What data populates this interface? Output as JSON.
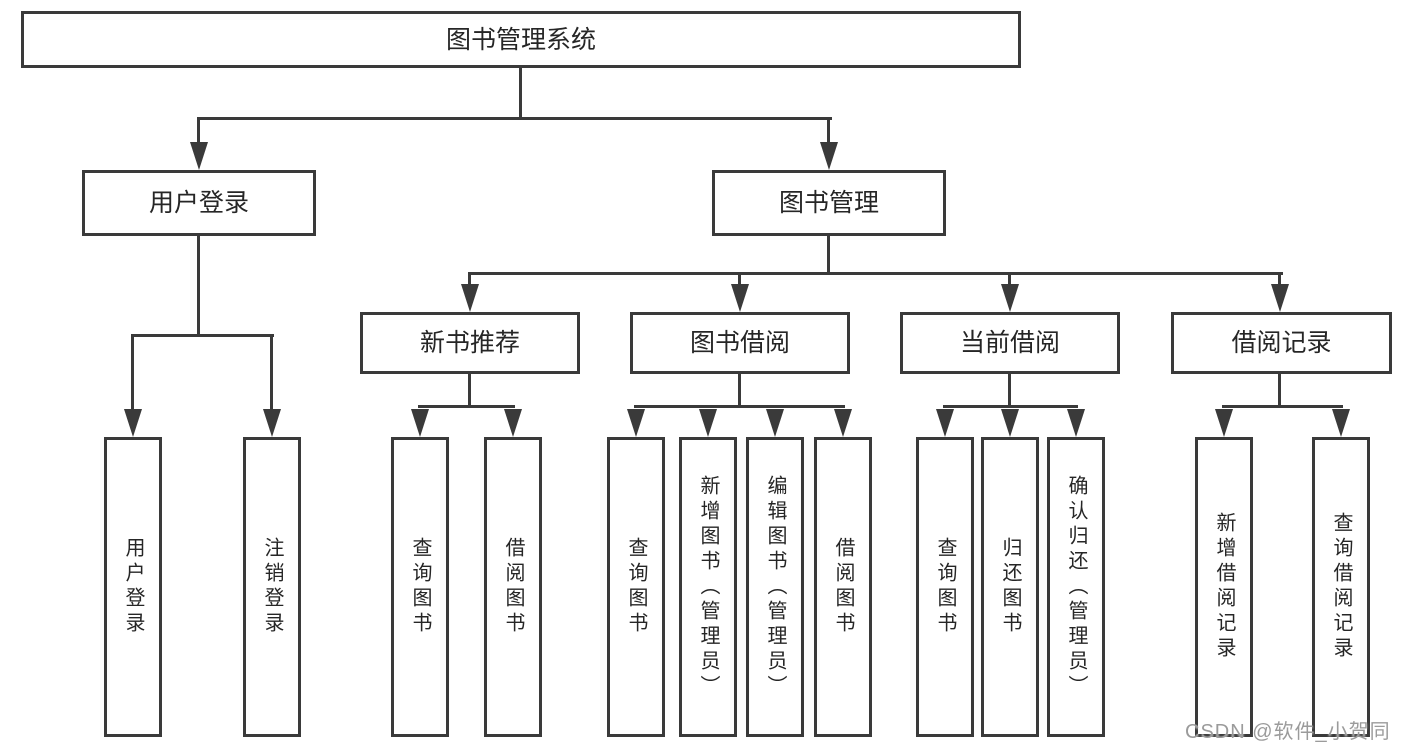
{
  "diagram": {
    "root": {
      "label": "图书管理系统"
    },
    "branches": [
      {
        "label": "用户登录",
        "children": [
          "用户登录",
          "注销登录"
        ]
      },
      {
        "label": "图书管理",
        "sections": [
          {
            "label": "新书推荐",
            "children": [
              "查询图书",
              "借阅图书"
            ]
          },
          {
            "label": "图书借阅",
            "children": [
              "查询图书",
              "新增图书（管理员）",
              "编辑图书（管理员）",
              "借阅图书"
            ]
          },
          {
            "label": "当前借阅",
            "children": [
              "查询图书",
              "归还图书",
              "确认归还（管理员）"
            ]
          },
          {
            "label": "借阅记录",
            "children": [
              "新增借阅记录",
              "查询借阅记录"
            ]
          }
        ]
      }
    ]
  },
  "watermark": {
    "text": "CSDN @软件_小贺同学",
    "color": "#9b9b9b"
  },
  "colors": {
    "line": "#3a3a3a",
    "text": "#262626",
    "background": "#ffffff"
  }
}
